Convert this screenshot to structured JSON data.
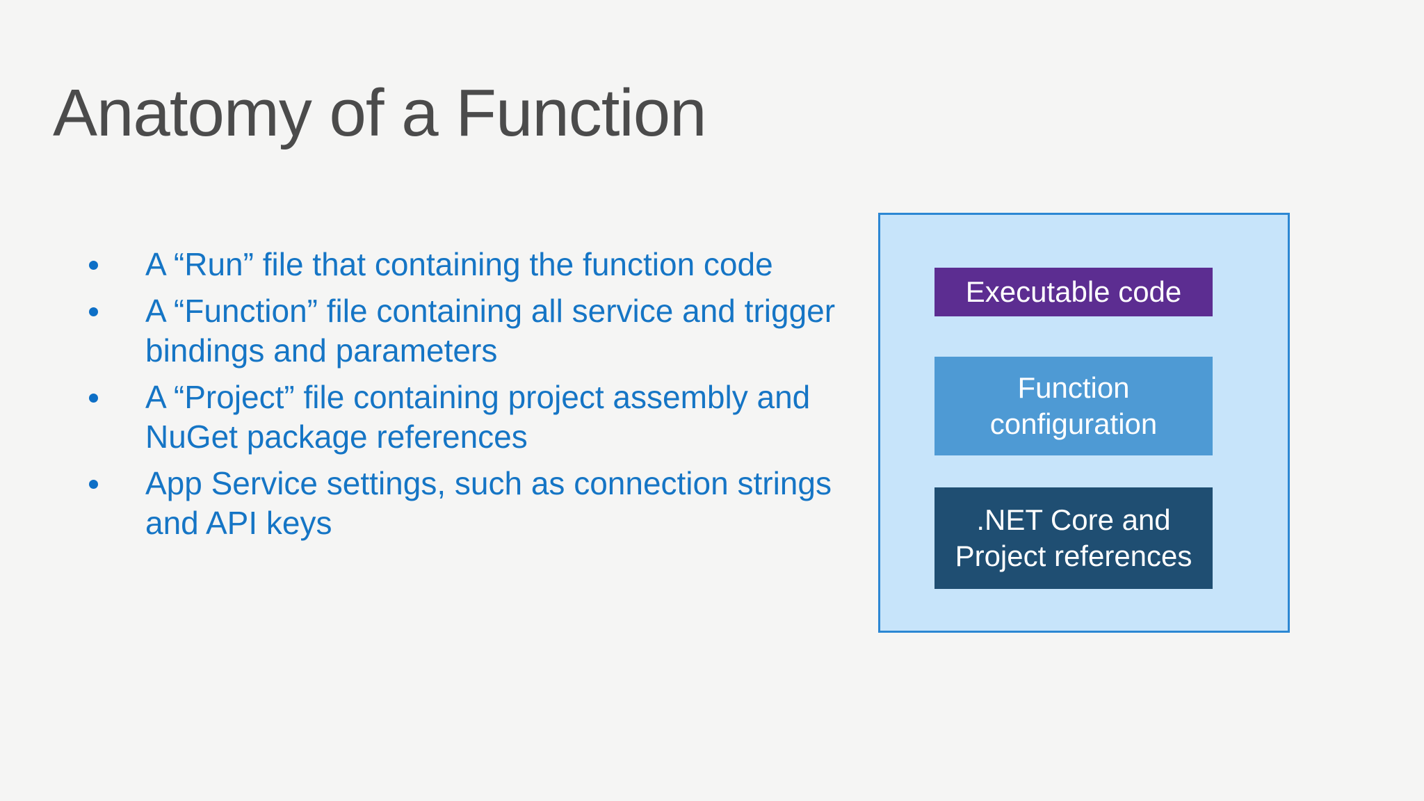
{
  "slide": {
    "title": "Anatomy of a Function",
    "bullets": [
      {
        "text": "A “Run” file that containing the function code"
      },
      {
        "text": "A “Function” file containing all service and trigger\nbindings and parameters"
      },
      {
        "text": "A “Project” file containing project assembly and\nNuGet package references"
      },
      {
        "text": "App Service settings, such as connection strings\nand API keys"
      }
    ],
    "diagram": {
      "panel_fill": "#c7e4fa",
      "panel_border": "#2c87d3",
      "layers": [
        {
          "label": "Executable code",
          "color": "#5c2d91"
        },
        {
          "label": "Function\nconfiguration",
          "color": "#4e9ad4"
        },
        {
          "label": ".NET Core and\nProject references",
          "color": "#1f4e72"
        }
      ]
    },
    "colors": {
      "background": "#f5f5f4",
      "title_text": "#4b4b4b",
      "bullet_text": "#1575c5",
      "bullet_dot": "#0d6fc6"
    }
  }
}
